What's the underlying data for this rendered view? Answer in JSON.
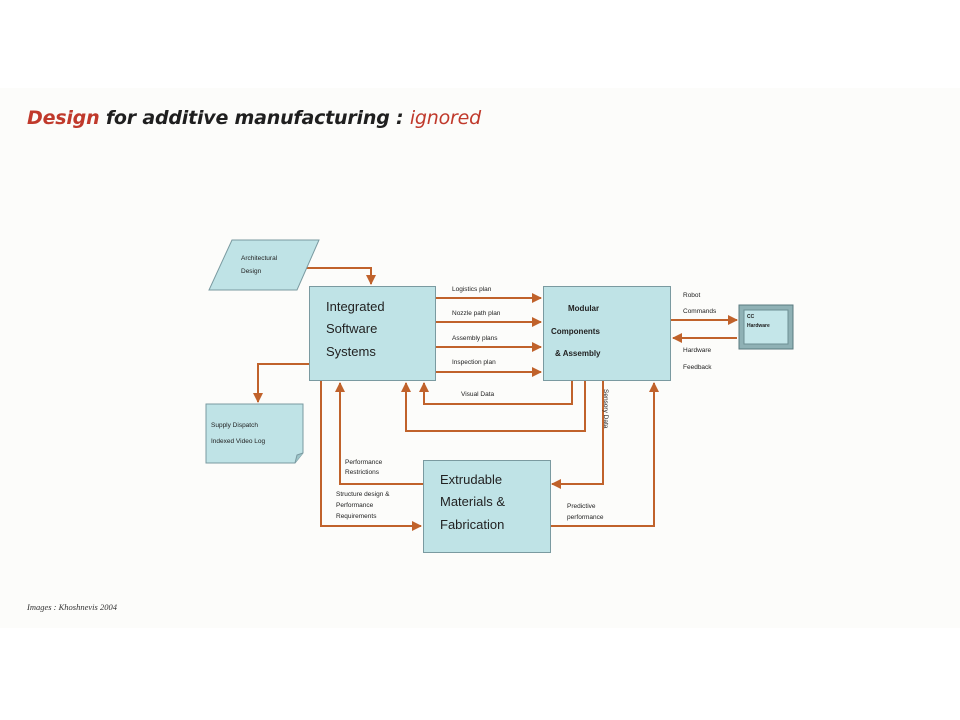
{
  "title": {
    "part1": "Design",
    "part2": " for additive manufacturing : ",
    "part3": "ignored"
  },
  "nodes": {
    "architectural_design": [
      "Architectural",
      "Design"
    ],
    "integrated_software": [
      "Integrated",
      "Software",
      "Systems"
    ],
    "modular_components": [
      "Modular",
      "Components",
      "& Assembly"
    ],
    "cc_hardware": [
      "CC",
      "Hardware"
    ],
    "supply_dispatch": [
      "Supply Dispatch",
      "Indexed Video Log"
    ],
    "extrudable_materials": [
      "Extrudable",
      "Materials &",
      "Fabrication"
    ]
  },
  "edge_labels": {
    "logistics_plan": "Logistics plan",
    "nozzle_path_plan": "Nozzle path plan",
    "assembly_plans": "Assembly plans",
    "inspection_plan": "Inspection plan",
    "visual_data": "Visual Data",
    "robot": "Robot",
    "commands": "Commands",
    "hardware": "Hardware",
    "feedback": "Feedback",
    "sensory_data": "Sensory Data",
    "performance": "Performance",
    "restrictions": "Restrictions",
    "structure_design": "Structure design &",
    "performance2": "Performance",
    "requirements": "Requirements",
    "predictive": "Predictive",
    "performance3": "performance"
  },
  "caption": "Images : Khoshnevis 2004",
  "colors": {
    "arrow": "#c0622b",
    "box_fill": "#bfe3e6",
    "title_accent": "#c0392b"
  }
}
